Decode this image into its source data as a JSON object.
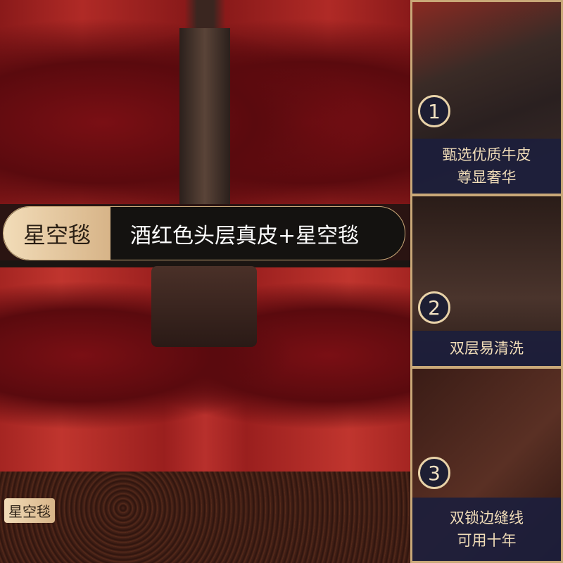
{
  "banner": {
    "tag": "星空毯",
    "text": "酒红色头层真皮+星空毯"
  },
  "corner_tag": "星空毯",
  "features": [
    {
      "number": "1",
      "lines": [
        "甄选优质牛皮",
        "尊显奢华"
      ]
    },
    {
      "number": "2",
      "lines": [
        "双层易清洗"
      ]
    },
    {
      "number": "3",
      "lines": [
        "双锁边缝线",
        "可用十年"
      ]
    }
  ],
  "colors": {
    "gold": "#c9a878",
    "navy": "#1c1e3c",
    "wine": "#7a0f14"
  }
}
